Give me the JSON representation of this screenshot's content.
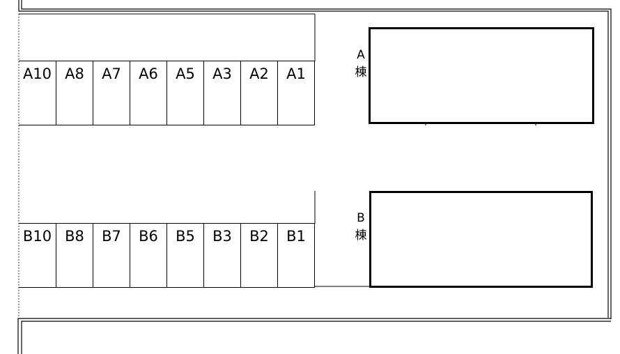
{
  "row_a": {
    "slots": [
      "A10",
      "A8",
      "A7",
      "A6",
      "A5",
      "A3",
      "A2",
      "A1"
    ]
  },
  "row_b": {
    "slots": [
      "B10",
      "B8",
      "B7",
      "B6",
      "B5",
      "B3",
      "B2",
      "B1"
    ]
  },
  "building_a": {
    "letter": "A",
    "suffix": "棟"
  },
  "building_b": {
    "letter": "B",
    "suffix": "棟"
  },
  "colors": {
    "line": "#000000",
    "background": "#ffffff"
  }
}
